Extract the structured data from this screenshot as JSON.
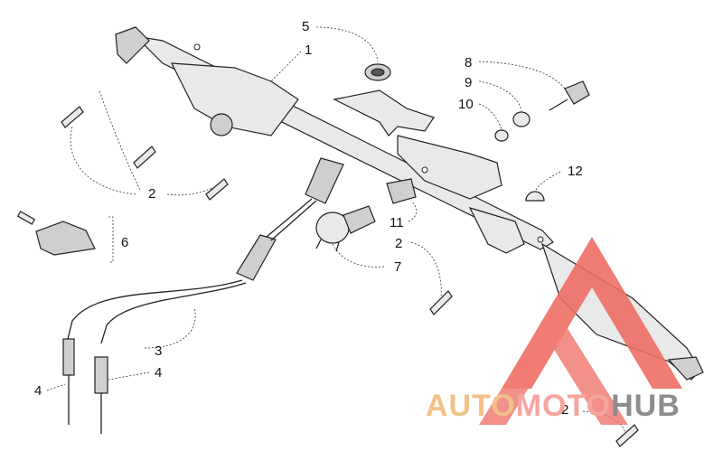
{
  "callouts": {
    "n1": "1",
    "n2a": "2",
    "n2b": "2",
    "n2c": "2",
    "n3": "3",
    "n4a": "4",
    "n4b": "4",
    "n5": "5",
    "n6": "6",
    "n7": "7",
    "n8": "8",
    "n9": "9",
    "n10": "10",
    "n11": "11",
    "n12": "12"
  },
  "watermark": {
    "auto": "AUTO",
    "moto": "MOTO",
    "hub": "HUB",
    "colors": {
      "auto": "#f2c089",
      "moto": "#f6a59e",
      "hub": "#8d8d8d",
      "triangle": "#ee6f66"
    }
  }
}
